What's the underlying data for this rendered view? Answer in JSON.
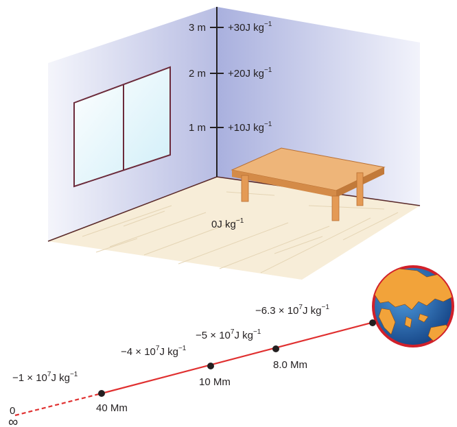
{
  "room": {
    "height_scale": [
      {
        "height": "3 m",
        "potential": "+30J kg",
        "exp": "−1"
      },
      {
        "height": "2 m",
        "potential": "+20J kg",
        "exp": "−1"
      },
      {
        "height": "1 m",
        "potential": "+10J kg",
        "exp": "−1"
      }
    ],
    "floor_label": {
      "text": "0J kg",
      "exp": "−1"
    }
  },
  "orbit": {
    "points": [
      {
        "potential": "−1 × 10",
        "pow": "7",
        "unit": "J kg",
        "exp": "−1",
        "distance": "40 Mm"
      },
      {
        "potential": "−4 × 10",
        "pow": "7",
        "unit": "J kg",
        "exp": "−1",
        "distance": "10 Mm"
      },
      {
        "potential": "−5 × 10",
        "pow": "7",
        "unit": "J kg",
        "exp": "−1",
        "distance": "8.0 Mm"
      },
      {
        "potential": "−6.3 × 10",
        "pow": "7",
        "unit": "J kg",
        "exp": "−1",
        "distance": ""
      }
    ],
    "infinity": {
      "value": "0",
      "symbol": "∞"
    }
  },
  "colors": {
    "wall": "#c9cdea",
    "floor": "#f7edd8",
    "table": "#e9a86a",
    "line": "#e03030",
    "ocean": "#1f5fa8",
    "land": "#f2a33a"
  }
}
